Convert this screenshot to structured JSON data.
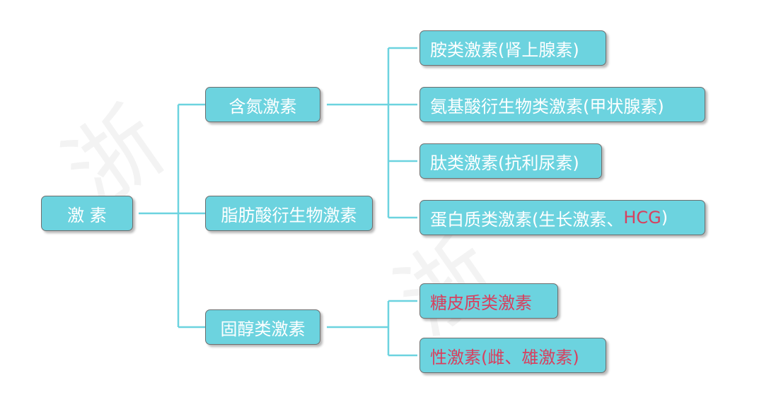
{
  "root": "激 素",
  "level1": [
    "含氮激素",
    "脂肪酸衍生物激素",
    "固醇类激素"
  ],
  "level2": {
    "nitrogen": [
      "胺类激素(肾上腺素)",
      "氨基酸衍生物类激素(甲状腺素)",
      "肽类激素(抗利尿素)"
    ],
    "protein_prefix": "蛋白质类激素(生长激素、",
    "protein_highlight": "HCG",
    "protein_suffix": ")",
    "steroid": [
      "糖皮质类激素",
      "性激素(雌、雄激素)"
    ]
  },
  "colors": {
    "box_fill": "#6cd3df",
    "connector": "#6cd3df",
    "highlight_text": "#d83f5e"
  }
}
